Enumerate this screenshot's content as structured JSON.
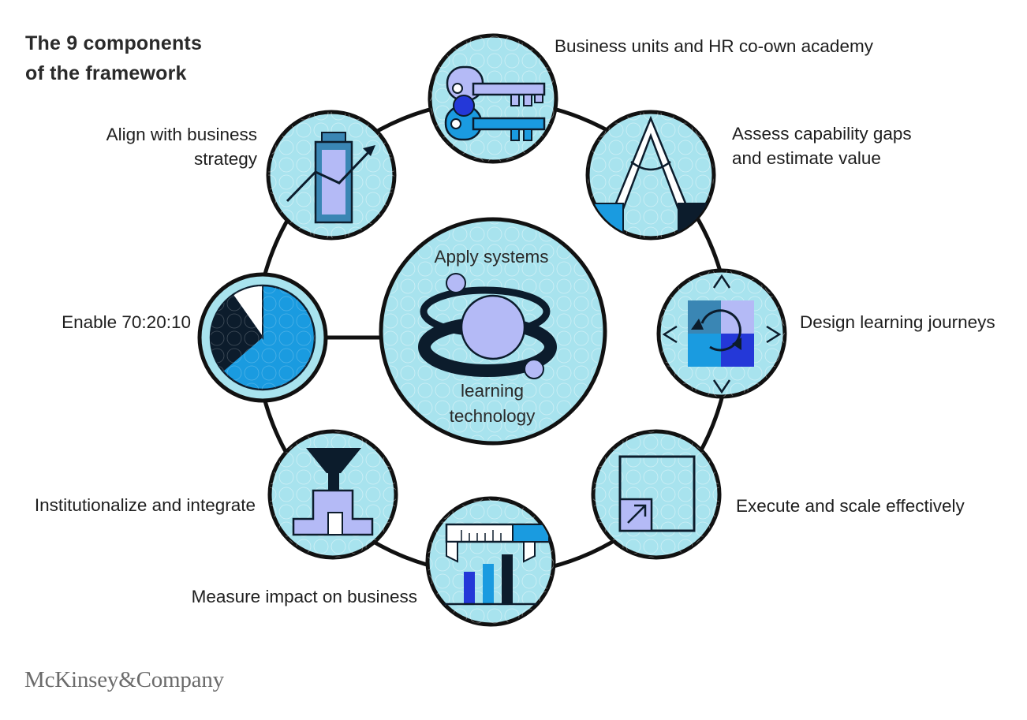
{
  "title": {
    "line1": "The 9 components",
    "line2": "of the framework"
  },
  "center": {
    "line1": "Apply systems",
    "line2": "learning",
    "line3": "technology",
    "icon": "orbit-icon"
  },
  "components": {
    "top": {
      "lines": [
        "Business units and HR co-own academy"
      ],
      "icon": "keys-icon"
    },
    "upper_right": {
      "lines": [
        "Assess capability gaps",
        "and estimate value"
      ],
      "icon": "compass-icon"
    },
    "right": {
      "lines": [
        "Design learning journeys"
      ],
      "icon": "arrows-cycle-icon"
    },
    "lower_right": {
      "lines": [
        "Execute and scale effectively"
      ],
      "icon": "scale-up-icon"
    },
    "bottom": {
      "lines": [
        "Measure impact on business"
      ],
      "icon": "caliper-bars-icon"
    },
    "lower_left": {
      "lines": [
        "Institutionalize and integrate"
      ],
      "icon": "funnel-building-icon"
    },
    "left": {
      "lines": [
        "Enable 70:20:10"
      ],
      "icon": "pie-chart-icon"
    },
    "upper_left": {
      "lines": [
        "Align with business",
        "strategy"
      ],
      "icon": "growth-arrow-icon"
    }
  },
  "logo": "McKinsey&Company",
  "colors": {
    "circle_fill": "#a8e3ee",
    "ring_stroke": "#111111",
    "dark_navy": "#0c1c2c",
    "bright_blue": "#1a9be0",
    "periwinkle": "#b4baf6",
    "royal_blue": "#2438d8"
  }
}
